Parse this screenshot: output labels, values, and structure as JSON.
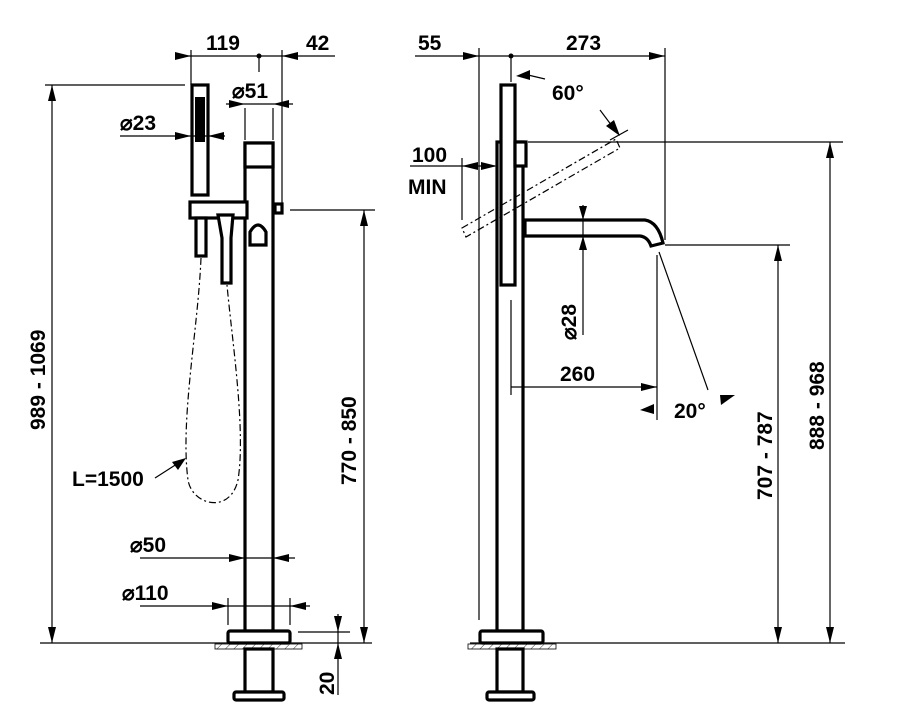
{
  "drawing": {
    "front_view": {
      "dim_top_left": "119",
      "dim_top_right": "42",
      "dia_body": "⌀51",
      "dia_shower": "⌀23",
      "overall_height": "989 - 1069",
      "spout_height": "770 - 850",
      "hose_length": "L=1500",
      "dia_column": "⌀50",
      "dia_base": "⌀110",
      "floor_offset": "20"
    },
    "side_view": {
      "dim_top_left": "55",
      "dim_top_right": "273",
      "rotation_angle": "60°",
      "clearance_value": "100",
      "clearance_label": "MIN",
      "dia_spout": "⌀28",
      "spout_reach": "260",
      "spout_angle": "20°",
      "outlet_height": "707 - 787",
      "top_height": "888 - 968"
    }
  }
}
